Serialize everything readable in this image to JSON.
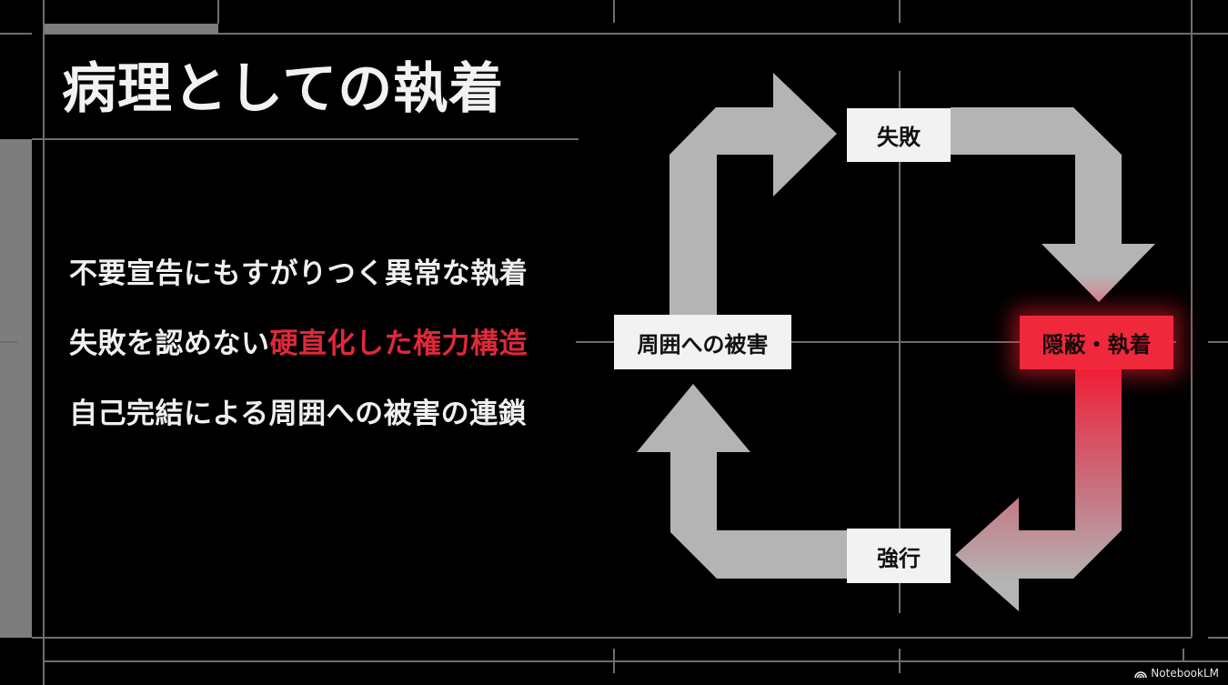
{
  "slide": {
    "title": "病理としての執着",
    "bullets": [
      {
        "plain": "不要宣告にもすがりつく異常な執着",
        "accent": ""
      },
      {
        "plain": "失敗を認めない",
        "accent": "硬直化した権力構造"
      },
      {
        "plain": "自己完結による周囲への被害の連鎖",
        "accent": ""
      }
    ],
    "accent_color": "#e0283a"
  },
  "cycle_diagram": {
    "nodes": {
      "top": "失敗",
      "right": "隠蔽・執着",
      "bottom": "強行",
      "left": "周囲への被害"
    },
    "highlight_node": "right",
    "highlight_color": "#f0283c",
    "arrow_color": "#b4b4b4"
  },
  "watermark": {
    "icon": "notebooklm-logo-icon",
    "label": "NotebookLM"
  }
}
